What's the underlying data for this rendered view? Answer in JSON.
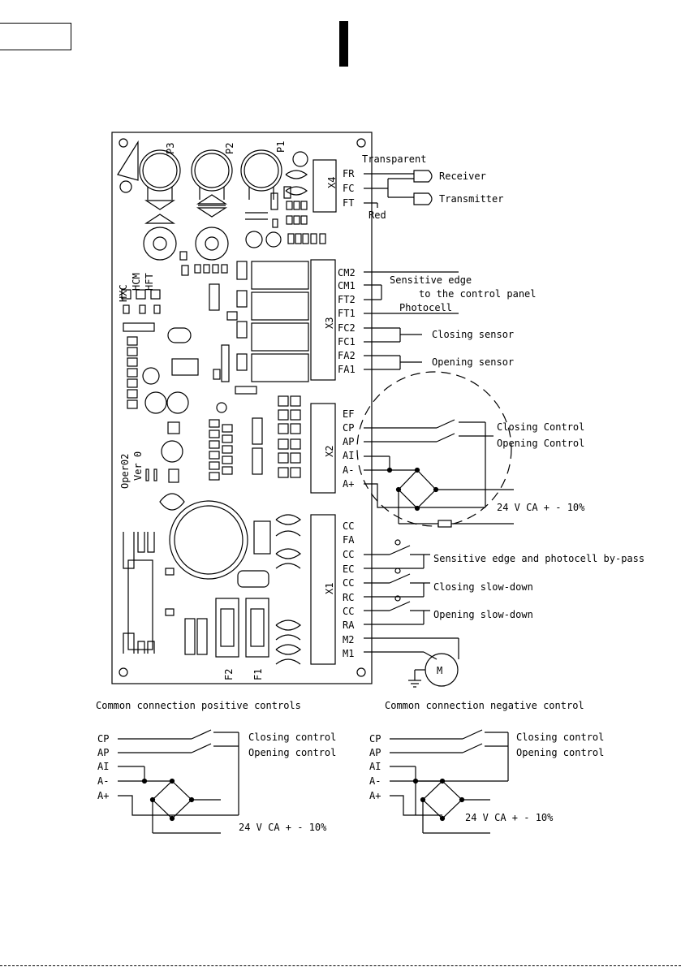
{
  "board": {
    "model": "Oper02",
    "version": "Ver 0",
    "trimmers": [
      "P3",
      "P2",
      "P1"
    ],
    "dip_labels": [
      "HXC",
      "HCM",
      "HFT"
    ],
    "fuses": [
      "F2",
      "F1"
    ],
    "connectors": [
      "X4",
      "X3",
      "X2",
      "X1"
    ]
  },
  "x4": {
    "terminals": [
      "FR",
      "FC",
      "FT"
    ],
    "transparent": "Transparent",
    "red": "Red",
    "receiver": "Receiver",
    "transmitter": "Transmitter"
  },
  "x3": {
    "terminals": [
      "CM2",
      "CM1",
      "FT2",
      "FT1",
      "FC2",
      "FC1",
      "FA2",
      "FA1"
    ],
    "sensitive_edge": "Sensitive edge",
    "to_control_panel": "to the control panel",
    "photocell": "Photocell",
    "closing_sensor": "Closing sensor",
    "opening_sensor": "Opening sensor"
  },
  "x2": {
    "terminals": [
      "EF",
      "CP",
      "AP",
      "AI",
      "A-",
      "A+"
    ],
    "closing_control": "Closing Control",
    "opening_control": "Opening Control",
    "voltage": "24 V CA  + - 10%"
  },
  "x1": {
    "terminals": [
      "CC",
      "FA",
      "CC",
      "EC",
      "CC",
      "RC",
      "CC",
      "RA",
      "M2",
      "M1"
    ],
    "bypass": "Sensitive edge and photocell by-pass",
    "closing_slowdown": "Closing slow-down",
    "opening_slowdown": "Opening slow-down",
    "motor": "M"
  },
  "bottom_left": {
    "title": "Common connection positive controls",
    "terminals": [
      "CP",
      "AP",
      "AI",
      "A-",
      "A+"
    ],
    "closing_control": "Closing control",
    "opening_control": "Opening control",
    "voltage": "24 V CA  + - 10%"
  },
  "bottom_right": {
    "title": "Common connection negative control",
    "terminals": [
      "CP",
      "AP",
      "AI",
      "A-",
      "A+"
    ],
    "closing_control": "Closing control",
    "opening_control": "Opening control",
    "voltage": "24 V CA  + - 10%"
  }
}
